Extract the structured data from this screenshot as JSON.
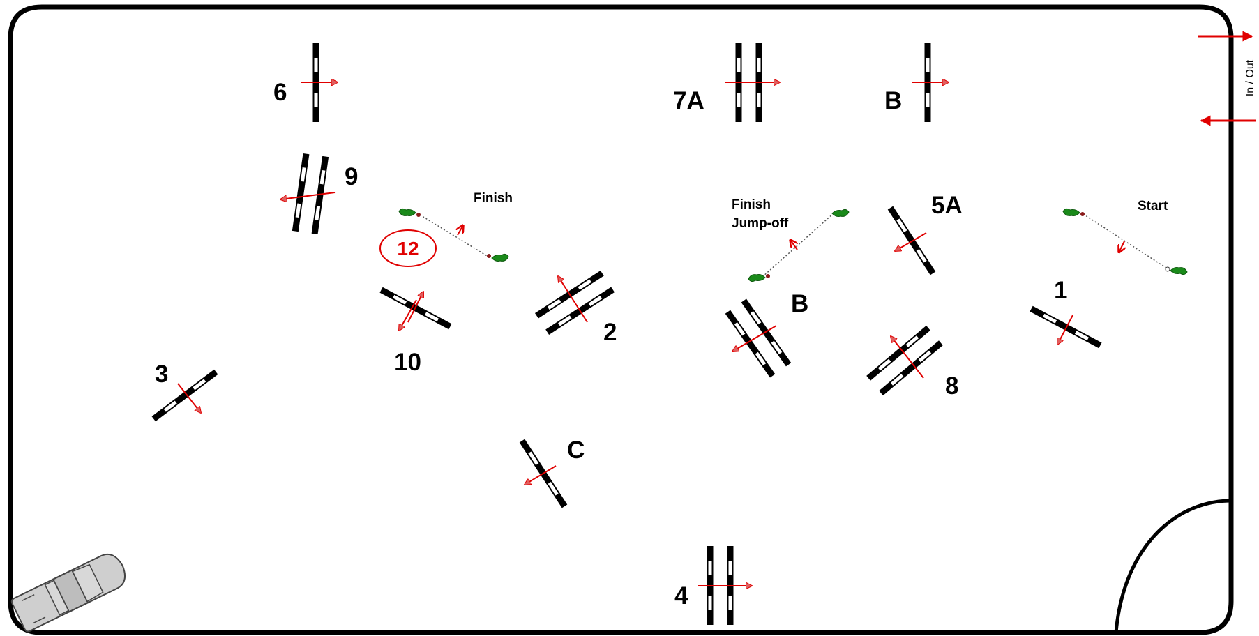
{
  "course": {
    "title": "",
    "side_label": "In / Out",
    "colors": {
      "pole": "#000000",
      "direction": "#e00000",
      "arrow_fill": "#e06060",
      "flag": "#1a8a1a",
      "border": "#000000",
      "car": "#cfcfcf"
    },
    "labels": {
      "j1": "1",
      "j2": "2",
      "j3": "3",
      "j4": "4",
      "j5a": "5A",
      "j6": "6",
      "j7a": "7A",
      "j8": "8",
      "j9": "9",
      "j10": "10",
      "b_top": "B",
      "b_mid": "B",
      "c": "C",
      "start": "Start",
      "finish": "Finish",
      "finish_jumpoff_1": "Finish",
      "finish_jumpoff_2": "Jump-off",
      "jumpoff_12": "12"
    },
    "icons": [
      "start-flag-icon",
      "finish-flag-icon",
      "car-icon",
      "in-arrow-icon",
      "out-arrow-icon"
    ]
  }
}
